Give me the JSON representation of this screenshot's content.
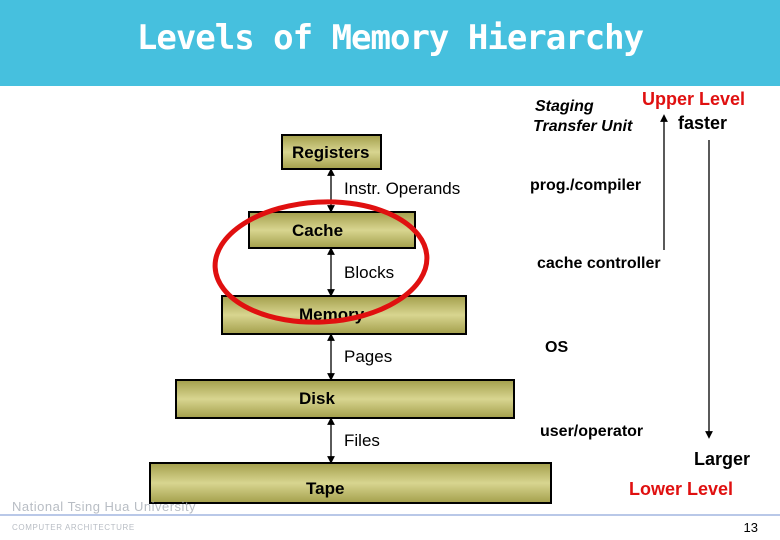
{
  "slide": {
    "title": "Levels of Memory Hierarchy",
    "page_number": "13",
    "footer": {
      "university": "National Tsing Hua University",
      "department": "COMPUTER   ARCHITECTURE"
    }
  },
  "levels": [
    {
      "label": "Registers",
      "transfer_unit": "Instr. Operands",
      "manager": "prog./compiler"
    },
    {
      "label": "Cache",
      "transfer_unit": "Blocks",
      "manager": "cache controller"
    },
    {
      "label": "Memory",
      "transfer_unit": "Pages",
      "manager": "OS"
    },
    {
      "label": "Disk",
      "transfer_unit": "Files",
      "manager": "user/operator"
    },
    {
      "label": "Tape"
    }
  ],
  "legend": {
    "staging_line1": "Staging",
    "staging_line2": "Transfer Unit",
    "upper_level": "Upper Level",
    "faster": "faster",
    "larger": "Larger",
    "lower_level": "Lower Level"
  },
  "colors": {
    "title_bar": "#46c0de",
    "level_fill": "#c2be73",
    "highlight": "#e01010"
  }
}
